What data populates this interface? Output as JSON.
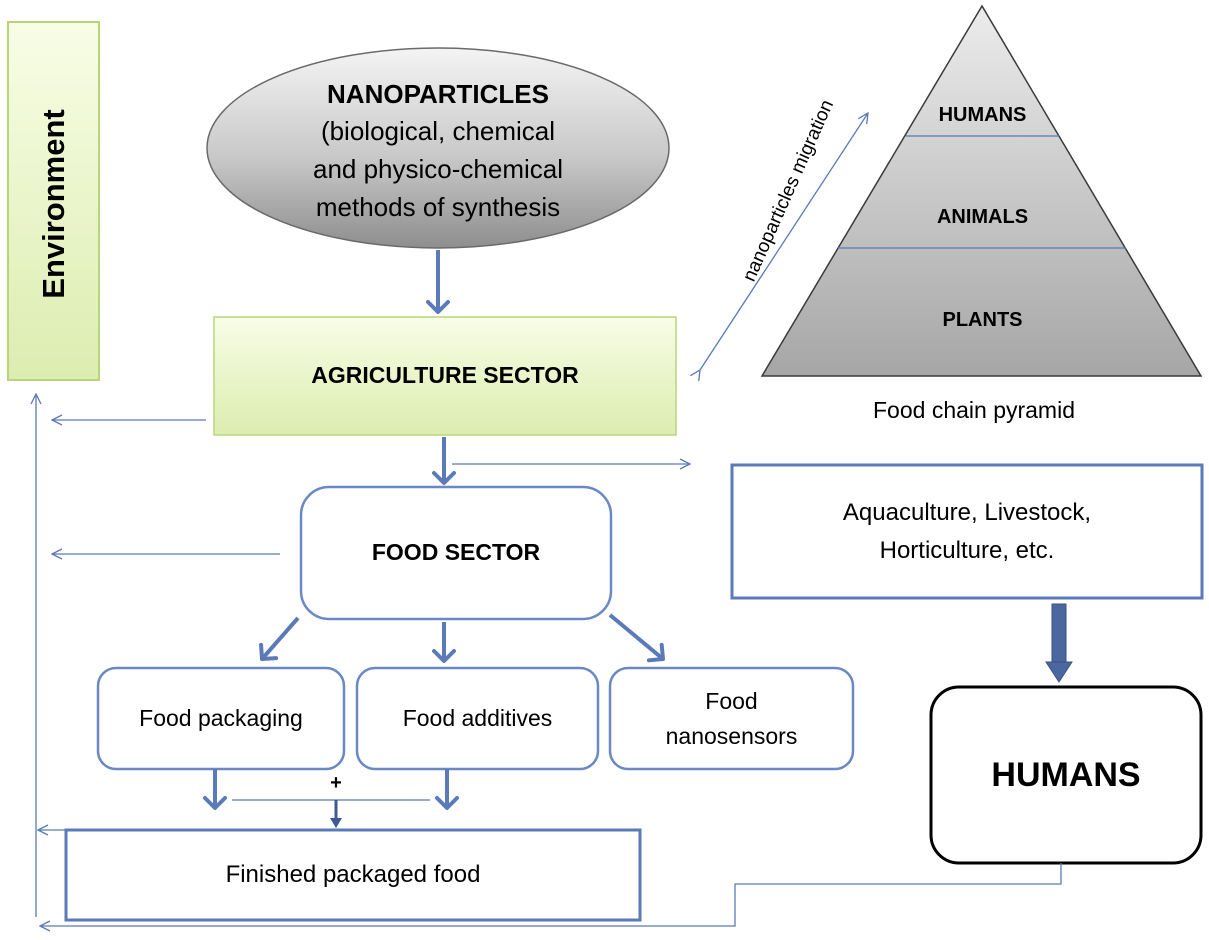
{
  "environment": {
    "label": "Environment"
  },
  "nanoparticles": {
    "title": "NANOPARTICLES",
    "line1": "(biological, chemical",
    "line2": "and physico-chemical",
    "line3": "methods of synthesis"
  },
  "agriculture": {
    "label": "AGRICULTURE SECTOR"
  },
  "food_sector": {
    "label": "FOOD SECTOR"
  },
  "food_packaging": {
    "label": "Food packaging"
  },
  "food_additives": {
    "label": "Food additives"
  },
  "food_nanosensors": {
    "line1": "Food",
    "line2": "nanosensors"
  },
  "plus": {
    "label": "+"
  },
  "finished_food": {
    "label": "Finished packaged food"
  },
  "pyramid": {
    "humans": "HUMANS",
    "animals": "ANIMALS",
    "plants": "PLANTS",
    "caption": "Food chain pyramid"
  },
  "migration": {
    "label": "nanoparticles migration"
  },
  "aquaculture": {
    "line1": "Aquaculture, Livestock,",
    "line2": "Horticulture, etc."
  },
  "humans_box": {
    "label": "HUMANS"
  },
  "colors": {
    "line": "#5a7ab8",
    "box_border": "#6a88c4",
    "green_fill": "#eaf5c8",
    "grey_fill": "#c6c6c6"
  }
}
